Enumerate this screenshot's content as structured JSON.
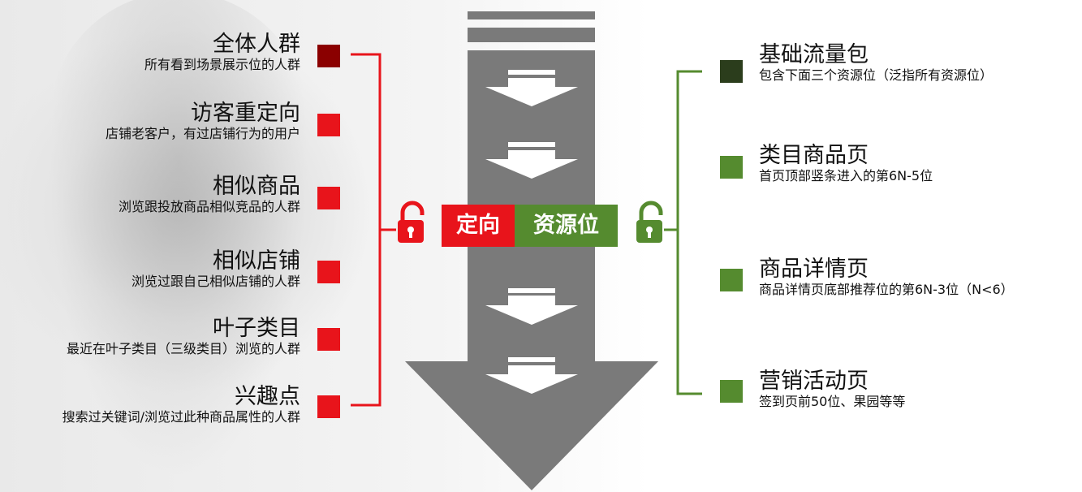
{
  "center": {
    "left_label": "定向",
    "right_label": "资源位"
  },
  "targeting": [
    {
      "title": "全体人群",
      "desc": "所有看到场景展示位的人群",
      "color": "#8b0000"
    },
    {
      "title": "访客重定向",
      "desc": "店铺老客户，有过店铺行为的用户",
      "color": "#e8141b"
    },
    {
      "title": "相似商品",
      "desc": "浏览跟投放商品相似竞品的人群",
      "color": "#e8141b"
    },
    {
      "title": "相似店铺",
      "desc": "浏览过跟自己相似店铺的人群",
      "color": "#e8141b"
    },
    {
      "title": "叶子类目",
      "desc": "最近在叶子类目（三级类目）浏览的人群",
      "color": "#e8141b"
    },
    {
      "title": "兴趣点",
      "desc": "搜索过关键词/浏览过此种商品属性的人群",
      "color": "#e8141b"
    }
  ],
  "resources": [
    {
      "title": "基础流量包",
      "desc": "包含下面三个资源位（泛指所有资源位）",
      "color": "#2b3d1c"
    },
    {
      "title": "类目商品页",
      "desc": "首页顶部竖条进入的第6N-5位",
      "color": "#558b2f"
    },
    {
      "title": "商品详情页",
      "desc": "商品详情页底部推荐位的第6N-3位（N<6）",
      "color": "#558b2f"
    },
    {
      "title": "营销活动页",
      "desc": "签到页前50位、果园等等",
      "color": "#558b2f"
    }
  ],
  "colors": {
    "red": "#e8141b",
    "dark_red": "#8b0000",
    "green": "#558b2f",
    "dark_green": "#2b3d1c",
    "arrow_gray": "#7a7a7a"
  },
  "icons": {
    "left_lock": "unlocked-padlock-icon",
    "right_lock": "unlocked-padlock-icon",
    "arrow": "down-arrow-icon"
  }
}
